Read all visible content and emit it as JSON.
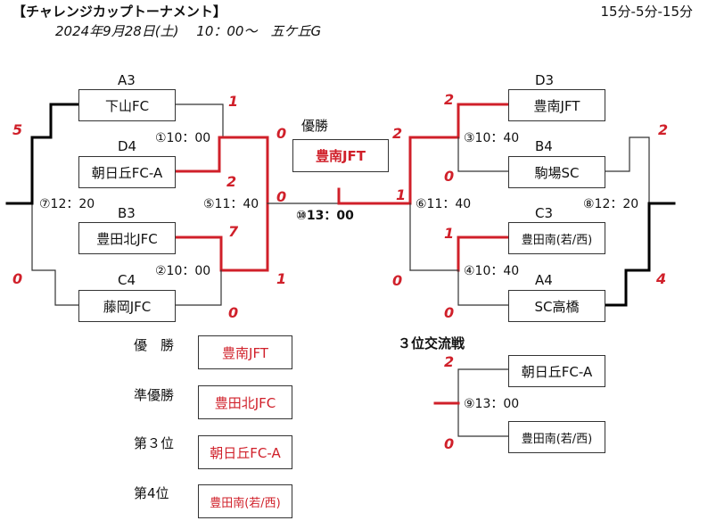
{
  "header": {
    "title": "【チャレンジカップトーナメント】",
    "subtitle": "2024年9月28日(土)　 10：00～　五ケ丘G",
    "rules": "15分-5分-15分"
  },
  "bracket": {
    "left": {
      "seeds": [
        "A3",
        "D4",
        "B3",
        "C4"
      ],
      "teams": [
        "下山FC",
        "朝日丘FC-A",
        "豊田北JFC",
        "藤岡JFC"
      ],
      "match1_time": "①10：00",
      "match2_time": "②10：00",
      "match5_time": "⑤11：40",
      "match7_time": "⑦12：20",
      "scores": {
        "m1_top": "1",
        "m1_bottom": "2",
        "m2_top": "7",
        "m2_bottom": "1",
        "m5_top": "0",
        "m5_bottom": "0",
        "m7_top": "5",
        "m7_bottom": "0",
        "m5_final": "0"
      }
    },
    "right": {
      "seeds": [
        "D3",
        "B4",
        "C3",
        "A4"
      ],
      "teams": [
        "豊南JFT",
        "駒場SC",
        "豊田南(若/西)",
        "SC高橋"
      ],
      "match3_time": "③10：40",
      "match4_time": "④10：40",
      "match6_time": "⑥11：40",
      "match8_time": "⑧12：20",
      "scores": {
        "m3_top": "2",
        "m3_bottom": "0",
        "m4_top": "1",
        "m4_bottom": "0",
        "m6_top": "2",
        "m6_bottom": "0",
        "m8_top": "2",
        "m8_bottom": "4",
        "m6_final": "1"
      }
    },
    "final": {
      "label": "優勝",
      "winner": "豊南JFT",
      "time": "⑩13：00"
    },
    "third_place": {
      "label": "３位交流戦",
      "teams": [
        "朝日丘FC-A",
        "豊田南(若/西)"
      ],
      "time": "⑨13：00",
      "score_top": "2",
      "score_bottom": "0"
    }
  },
  "results": [
    {
      "label": "優　勝",
      "team": "豊南JFT"
    },
    {
      "label": "準優勝",
      "team": "豊田北JFC"
    },
    {
      "label": "第３位",
      "team": "朝日丘FC-A"
    },
    {
      "label": "第4位",
      "team": "豊田南(若/西)"
    }
  ],
  "colors": {
    "win": "#d0202a",
    "loss": "#333333",
    "text": "#111111"
  }
}
